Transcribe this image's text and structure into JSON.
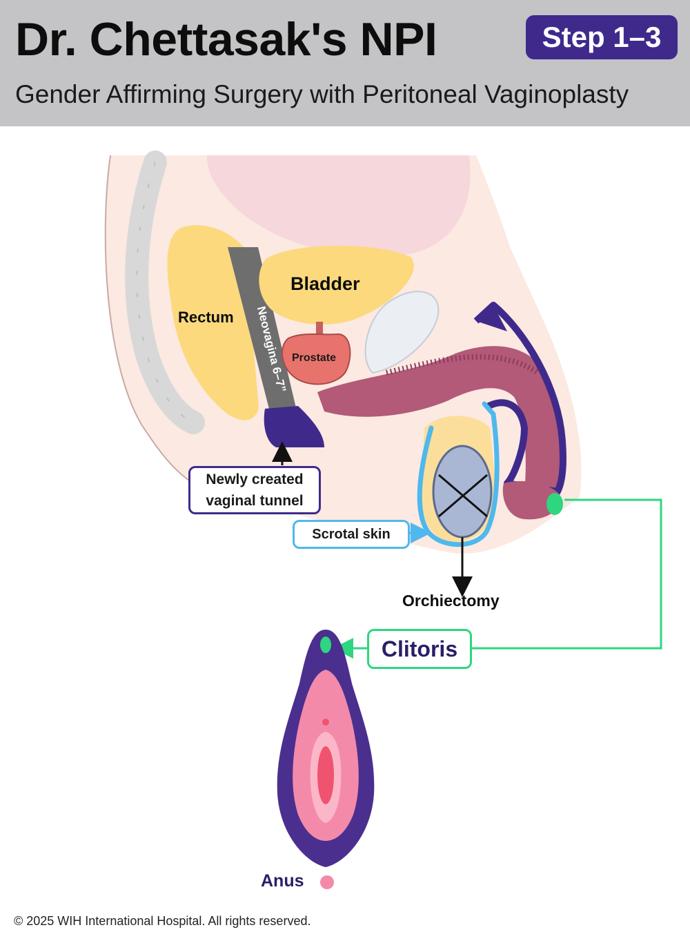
{
  "header": {
    "title": "Dr. Chettasak's NPI",
    "step_badge": "Step 1–3",
    "subtitle": "Gender Affirming Surgery with Peritoneal Vaginoplasty"
  },
  "labels": {
    "bladder": "Bladder",
    "rectum": "Rectum",
    "prostate": "Prostate",
    "neovagina": "Neovagina 6–7”",
    "tunnel_line1": "Newly created",
    "tunnel_line2": "vaginal tunnel",
    "scrotal_skin": "Scrotal skin",
    "orchiectomy": "Orchiectomy",
    "clitoris": "Clitoris",
    "anus": "Anus"
  },
  "footer": {
    "copyright": "© 2025 WIH International Hospital. All rights reserved."
  },
  "colors": {
    "header_bg": "#c4c4c6",
    "badge": "#3f2a8c",
    "bladder": "#fcd97d",
    "prostate": "#e8736c",
    "neovagina": "#6e6e6e",
    "tunnel": "#3f2a8c",
    "scrotal_outline": "#4fb8ec",
    "clitoris": "#2ed67f",
    "vulva_outer": "#4a2f8f",
    "vulva_inner": "#f48aaa",
    "anus": "#f48aaa"
  }
}
